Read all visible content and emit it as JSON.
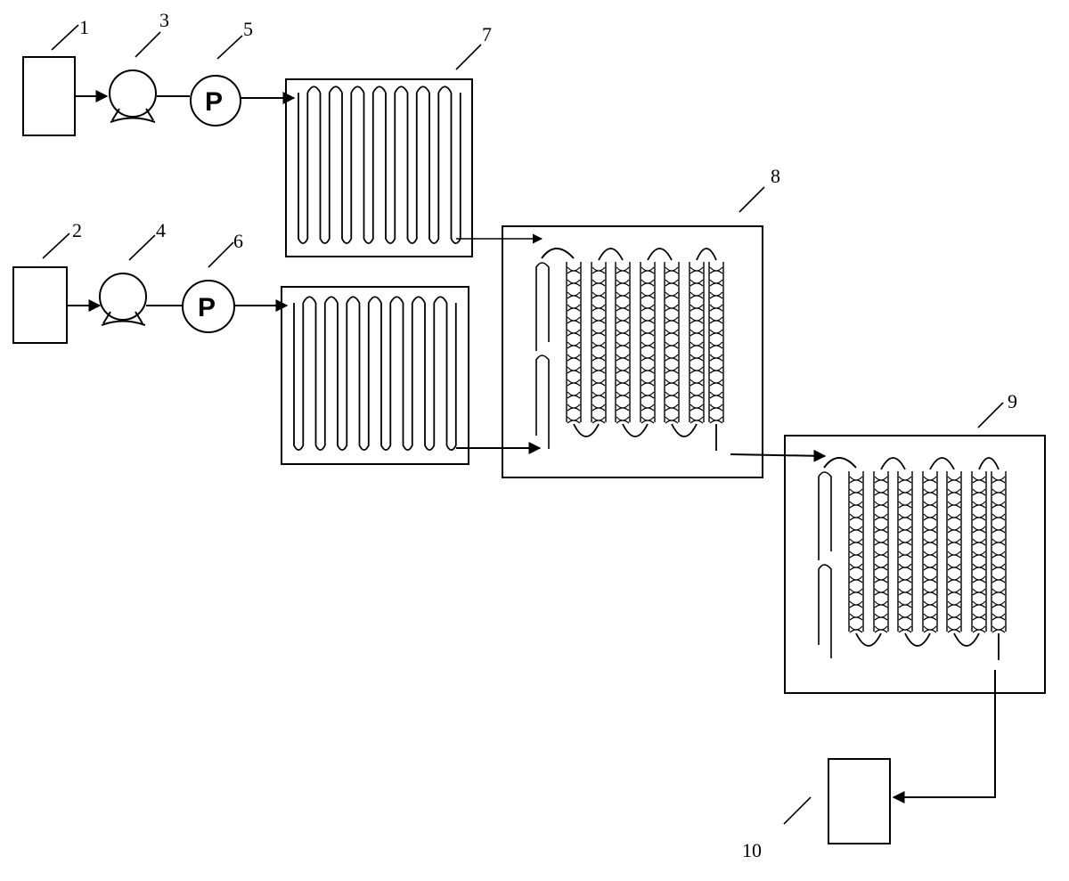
{
  "diagram": {
    "labels": {
      "1": "1",
      "2": "2",
      "3": "3",
      "4": "4",
      "5": "5",
      "6": "6",
      "7": "7",
      "8": "8",
      "9": "9",
      "10": "10"
    },
    "pump_symbol": "P",
    "colors": {
      "ink": "#000000",
      "background": "#ffffff"
    },
    "components": [
      {
        "id": "1",
        "kind": "tank",
        "icon": "tank-icon"
      },
      {
        "id": "2",
        "kind": "tank",
        "icon": "tank-icon"
      },
      {
        "id": "3",
        "kind": "flow-meter",
        "icon": "flowmeter-icon"
      },
      {
        "id": "4",
        "kind": "flow-meter",
        "icon": "flowmeter-icon"
      },
      {
        "id": "5",
        "kind": "pump",
        "icon": "pump-icon"
      },
      {
        "id": "6",
        "kind": "pump",
        "icon": "pump-icon"
      },
      {
        "id": "7",
        "kind": "serpentine-channel",
        "icon": "serpentine-reactor-icon"
      },
      {
        "id": "8",
        "kind": "micro-mixer",
        "icon": "micromixer-reactor-icon"
      },
      {
        "id": "9",
        "kind": "micro-mixer",
        "icon": "micromixer-reactor-icon"
      },
      {
        "id": "10",
        "kind": "collector",
        "icon": "tank-icon"
      }
    ]
  }
}
